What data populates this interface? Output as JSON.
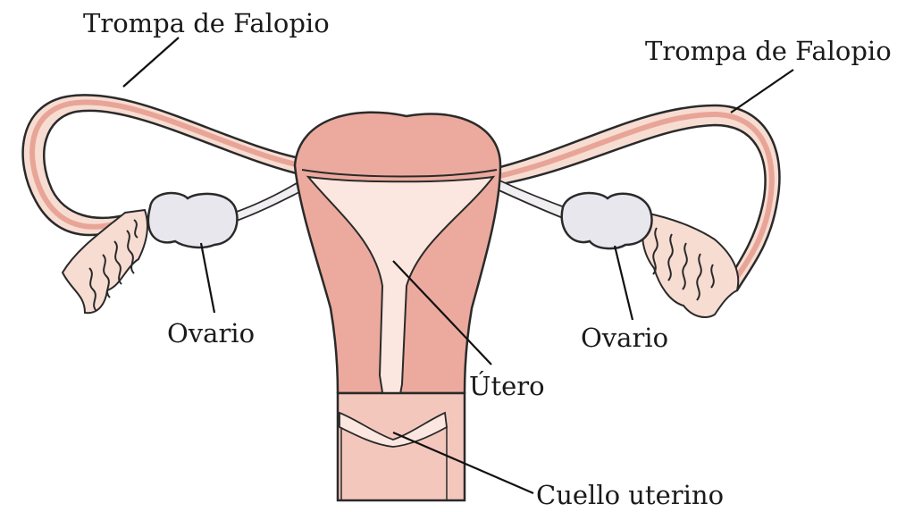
{
  "labels": {
    "fallopian_tube_left": "Trompa de Falopio",
    "fallopian_tube_right": "Trompa de Falopio",
    "ovary_left": "Ovario",
    "ovary_right": "Ovario",
    "uterus": "Útero",
    "cervix": "Cuello uterino"
  },
  "colors": {
    "uterus_wall": "#ecaa9e",
    "tube_fill": "#f7dcd2",
    "cavity": "#fbe7df",
    "ovary": "#e9e7ee",
    "outline": "#2a2a2a"
  }
}
